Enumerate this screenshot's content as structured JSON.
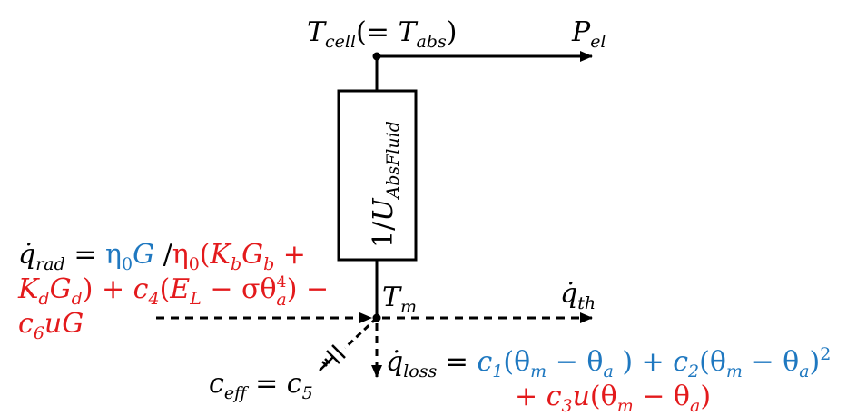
{
  "colors": {
    "black": "#000000",
    "blue": "#1f78c0",
    "red": "#e31a1c"
  },
  "node_top": {
    "T": "T",
    "cell_sub": "cell",
    "paren_open": "(= ",
    "T2": "T",
    "abs_sub": "abs",
    "paren_close": ")"
  },
  "p_el": {
    "P": "P",
    "sub": "el"
  },
  "resistor": {
    "prefix": "1/",
    "U": "U",
    "sub": "AbsFluid"
  },
  "node_m": {
    "T": "T",
    "sub": "m"
  },
  "q_th": {
    "q": "q̇",
    "sub": "th"
  },
  "q_rad": {
    "line1": {
      "q": "q̇",
      "rad_sub": "rad",
      "eq": " = ",
      "eta0": "η",
      "eta0_sub": "0",
      "G": "G",
      "slash": " /",
      "eta0b": "η",
      "eta0b_sub": "0",
      "open": "(",
      "K": "K",
      "b_sub": "b",
      "G2": "G",
      "b2_sub": "b",
      "plus": " +"
    },
    "line2": {
      "K": "K",
      "d_sub": "d",
      "G": "G",
      "d2_sub": "d",
      "close": ") + ",
      "c": "c",
      "four_sub": "4",
      "open": "(",
      "E": "E",
      "L_sub": "L",
      "minus": " − σθ",
      "a_sub": "a",
      "four_sup": "4",
      "close2": ") −"
    },
    "line3": {
      "c": "c",
      "six_sub": "6",
      "uG": "uG"
    }
  },
  "c_eff": {
    "c": "c",
    "eff_sub": "eff",
    "eq": " = ",
    "c5": "c",
    "five_sub": "5"
  },
  "q_loss": {
    "line1": {
      "q": "q̇",
      "loss_sub": "loss",
      "eq": " = ",
      "c1": "c",
      "one_sub": "1",
      "t1": "(θ",
      "m_sub": "m",
      "t2": " − θ",
      "a_sub": "a",
      "t3": " ) + ",
      "c2": "c",
      "two_sub": "2",
      "t4": "(θ",
      "m2_sub": "m",
      "t5": " − θ",
      "a2_sub": "a",
      "t6": ")",
      "sq": "2"
    },
    "line2": {
      "plus": "+ ",
      "c3": "c",
      "three_sub": "3",
      "u": "u",
      "t1": "(θ",
      "m_sub": "m",
      "t2": " − θ",
      "a_sub": "a",
      "t3": ")"
    }
  }
}
